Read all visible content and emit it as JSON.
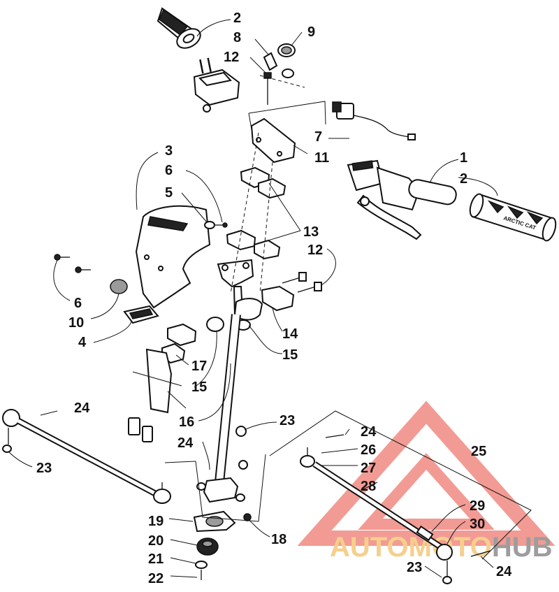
{
  "callouts": [
    {
      "label": "2"
    },
    {
      "label": "8"
    },
    {
      "label": "9"
    },
    {
      "label": "12"
    },
    {
      "label": "7"
    },
    {
      "label": "11"
    },
    {
      "label": "3"
    },
    {
      "label": "6"
    },
    {
      "label": "5"
    },
    {
      "label": "1"
    },
    {
      "label": "2"
    },
    {
      "label": "13"
    },
    {
      "label": "12"
    },
    {
      "label": "6"
    },
    {
      "label": "10"
    },
    {
      "label": "4"
    },
    {
      "label": "14"
    },
    {
      "label": "15"
    },
    {
      "label": "17"
    },
    {
      "label": "15"
    },
    {
      "label": "24"
    },
    {
      "label": "16"
    },
    {
      "label": "23"
    },
    {
      "label": "24"
    },
    {
      "label": "24"
    },
    {
      "label": "26"
    },
    {
      "label": "25"
    },
    {
      "label": "23"
    },
    {
      "label": "27"
    },
    {
      "label": "28"
    },
    {
      "label": "29"
    },
    {
      "label": "30"
    },
    {
      "label": "19"
    },
    {
      "label": "18"
    },
    {
      "label": "20"
    },
    {
      "label": "21"
    },
    {
      "label": "22"
    },
    {
      "label": "23"
    },
    {
      "label": "24"
    }
  ],
  "grip_text": "ARCTIC CAT",
  "watermark": {
    "part1": "AUTOMOTO",
    "part2": "HUB",
    "color_primary": "#f08a82",
    "color_secondary": "#f5c77a",
    "color_dark": "#8c8c8c"
  }
}
